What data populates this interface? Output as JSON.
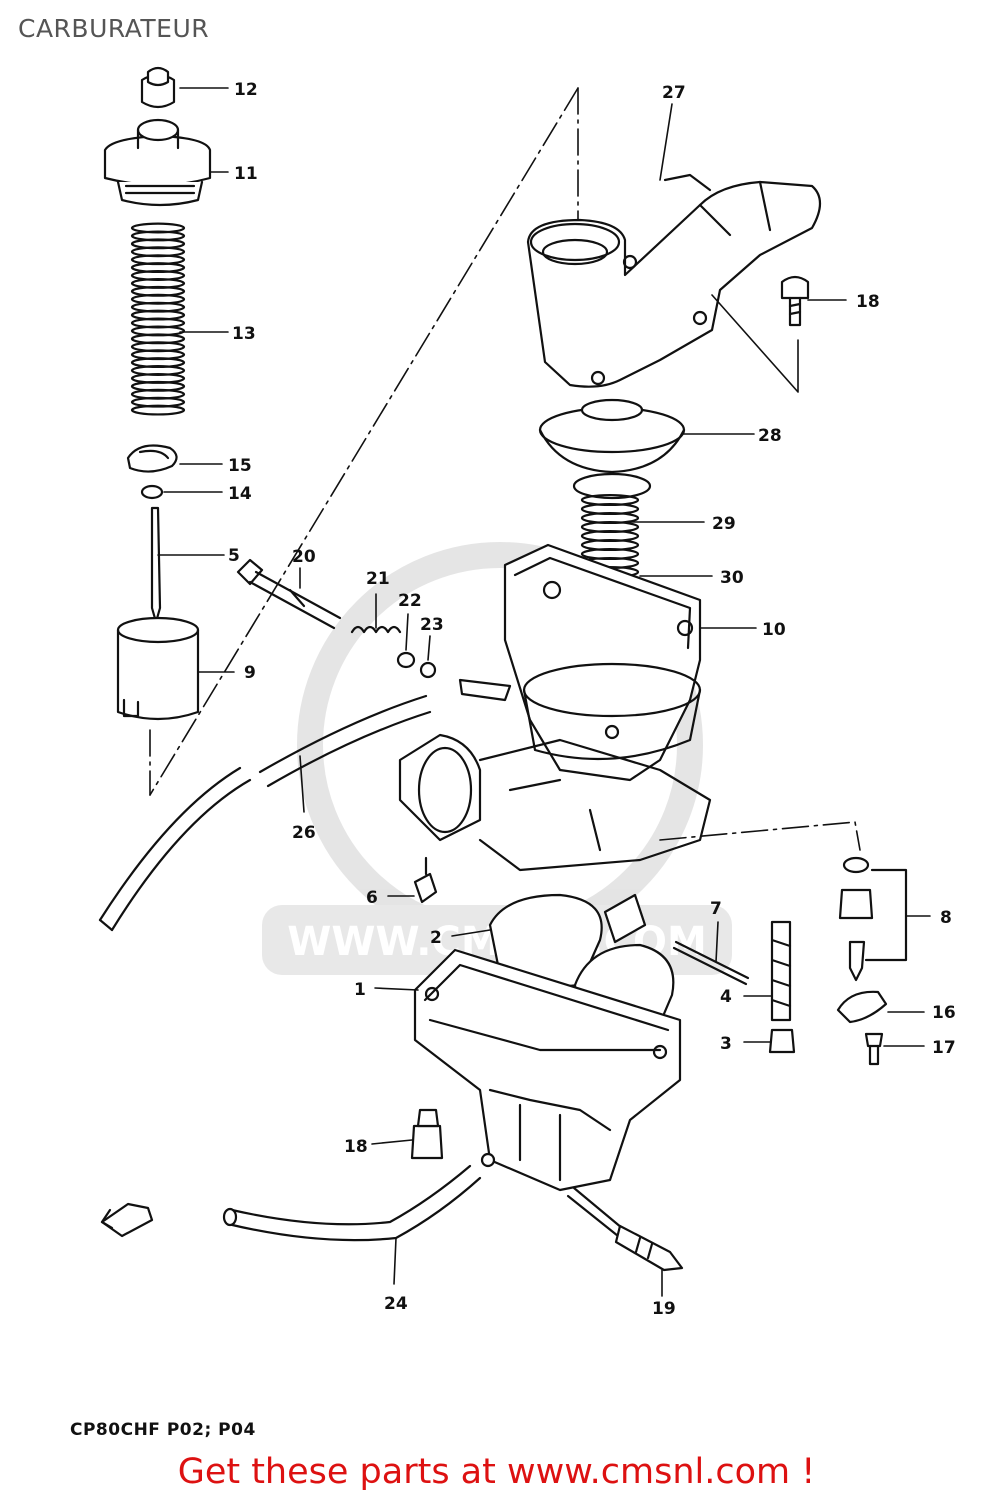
{
  "header": {
    "title": "CARBURATEUR"
  },
  "footer": {
    "model": "CP80CHF P02; P04",
    "cta": "Get these parts at www.cmsnl.com !"
  },
  "watermark": {
    "text": "WWW.CMSNL.COM"
  },
  "colors": {
    "line": "#111111",
    "cta": "#dd1111",
    "title": "#555555",
    "watermark": "#d9d9d9"
  },
  "labels": [
    {
      "id": "1",
      "text": "1"
    },
    {
      "id": "2",
      "text": "2"
    },
    {
      "id": "3",
      "text": "3"
    },
    {
      "id": "4",
      "text": "4"
    },
    {
      "id": "5",
      "text": "5"
    },
    {
      "id": "6",
      "text": "6"
    },
    {
      "id": "7",
      "text": "7"
    },
    {
      "id": "8",
      "text": "8"
    },
    {
      "id": "9",
      "text": "9"
    },
    {
      "id": "10",
      "text": "10"
    },
    {
      "id": "11",
      "text": "11"
    },
    {
      "id": "12",
      "text": "12"
    },
    {
      "id": "13",
      "text": "13"
    },
    {
      "id": "14",
      "text": "14"
    },
    {
      "id": "15",
      "text": "15"
    },
    {
      "id": "16",
      "text": "16"
    },
    {
      "id": "17",
      "text": "17"
    },
    {
      "id": "18a",
      "text": "18"
    },
    {
      "id": "18b",
      "text": "18"
    },
    {
      "id": "19",
      "text": "19"
    },
    {
      "id": "20",
      "text": "20"
    },
    {
      "id": "21",
      "text": "21"
    },
    {
      "id": "22",
      "text": "22"
    },
    {
      "id": "23",
      "text": "23"
    },
    {
      "id": "24",
      "text": "24"
    },
    {
      "id": "26",
      "text": "26"
    },
    {
      "id": "27",
      "text": "27"
    },
    {
      "id": "28",
      "text": "28"
    },
    {
      "id": "29",
      "text": "29"
    },
    {
      "id": "30",
      "text": "30"
    }
  ]
}
